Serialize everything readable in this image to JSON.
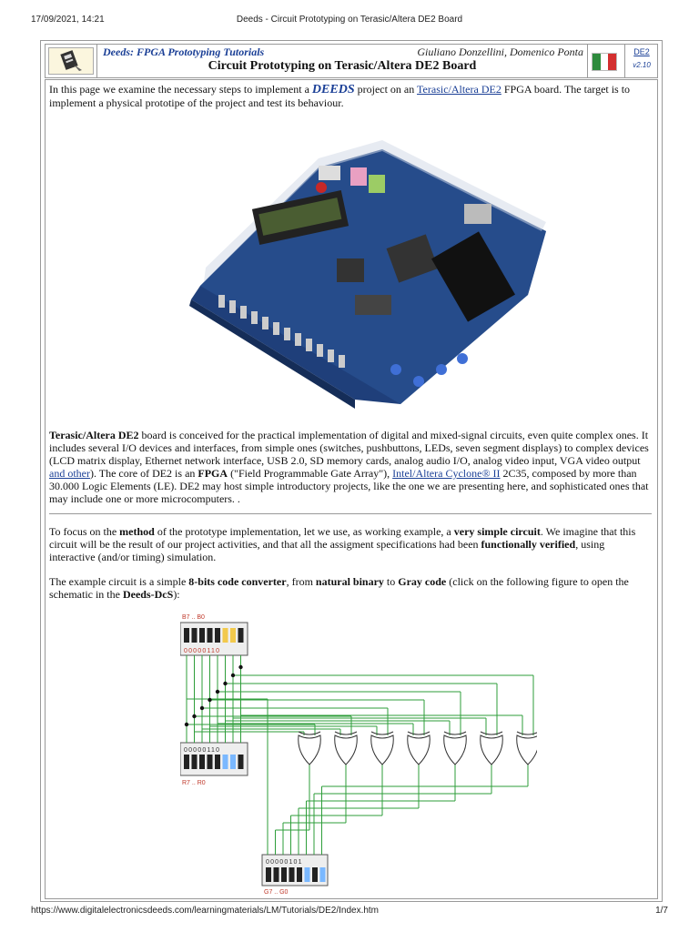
{
  "print_header": {
    "datetime": "17/09/2021, 14:21",
    "title": "Deeds - Circuit Prototyping on Terasic/Altera DE2 Board"
  },
  "print_footer": {
    "url": "https://www.digitalelectronicsdeeds.com/learningmaterials/LM/Tutorials/DE2/Index.htm",
    "page": "1/7"
  },
  "header": {
    "series": "Deeds: FPGA Prototyping Tutorials",
    "authors": "Giuliano Donzellini, Domenico Ponta",
    "title": "Circuit Prototyping on Terasic/Altera DE2 Board",
    "link_label": "DE2",
    "version": "v2.10"
  },
  "intro": {
    "t1": "In this page we examine the necessary steps to implement a ",
    "deeds": "DEEDS",
    "t2": " project on an ",
    "link": "Terasic/Altera DE2",
    "t3": " FPGA board. The target is to implement a physical prototipe of the project and test its behaviour."
  },
  "board_para": {
    "b1": "Terasic/Altera DE2",
    "t1": " board is conceived for the practical implementation of digital and mixed-signal circuits, even quite complex ones. It includes several I/O devices and interfaces, from simple ones (switches, pushbuttons, LEDs, seven segment displays) to complex devices (LCD matrix display, Ethernet network interface, USB 2.0, SD memory cards, analog audio I/O, analog video input, VGA video output ",
    "link1": "and other",
    "t2": "). The core of DE2 is an ",
    "b2": "FPGA",
    "t3": " (\"Field Programmable Gate Array\"), ",
    "link2": "Intel/Altera Cyclone® II",
    "t4": " 2C35, composed by more than 30.000 Logic Elements (LE). DE2 may host simple introductory projects, like the one we are presenting here, and sophisticated ones that may include one or more microcomputers. ."
  },
  "method_para": {
    "t1": "To focus on the ",
    "b1": "method",
    "t2": " of the prototype implementation, let we use, as working example, a ",
    "b2": "very simple circuit",
    "t3": ". We imagine that this circuit will be the result of our project activities, and that all the assigment specifications had been ",
    "b3": "functionally verified",
    "t4": ", using interactive (and/or timing) simulation."
  },
  "example_para": {
    "t1": "The example circuit is a simple ",
    "b1": "8-bits code converter",
    "t2": ", from ",
    "b2": "natural binary",
    "t3": " to ",
    "b3": "Gray code",
    "t4": " (click on the following figure to open the schematic in the ",
    "b4": "Deeds-DcS",
    "t5": "):"
  },
  "schematic": {
    "input_label": "B7 .. B0",
    "input_bits": "00000110",
    "led_label": "R7 .. R0",
    "led_bits": "00000110",
    "output_label": "G7 .. G0",
    "output_bits": "00000101",
    "label_color": "#c0392b"
  },
  "flag_colors": [
    "#2e8b3d",
    "#ffffff",
    "#d32f2f"
  ]
}
